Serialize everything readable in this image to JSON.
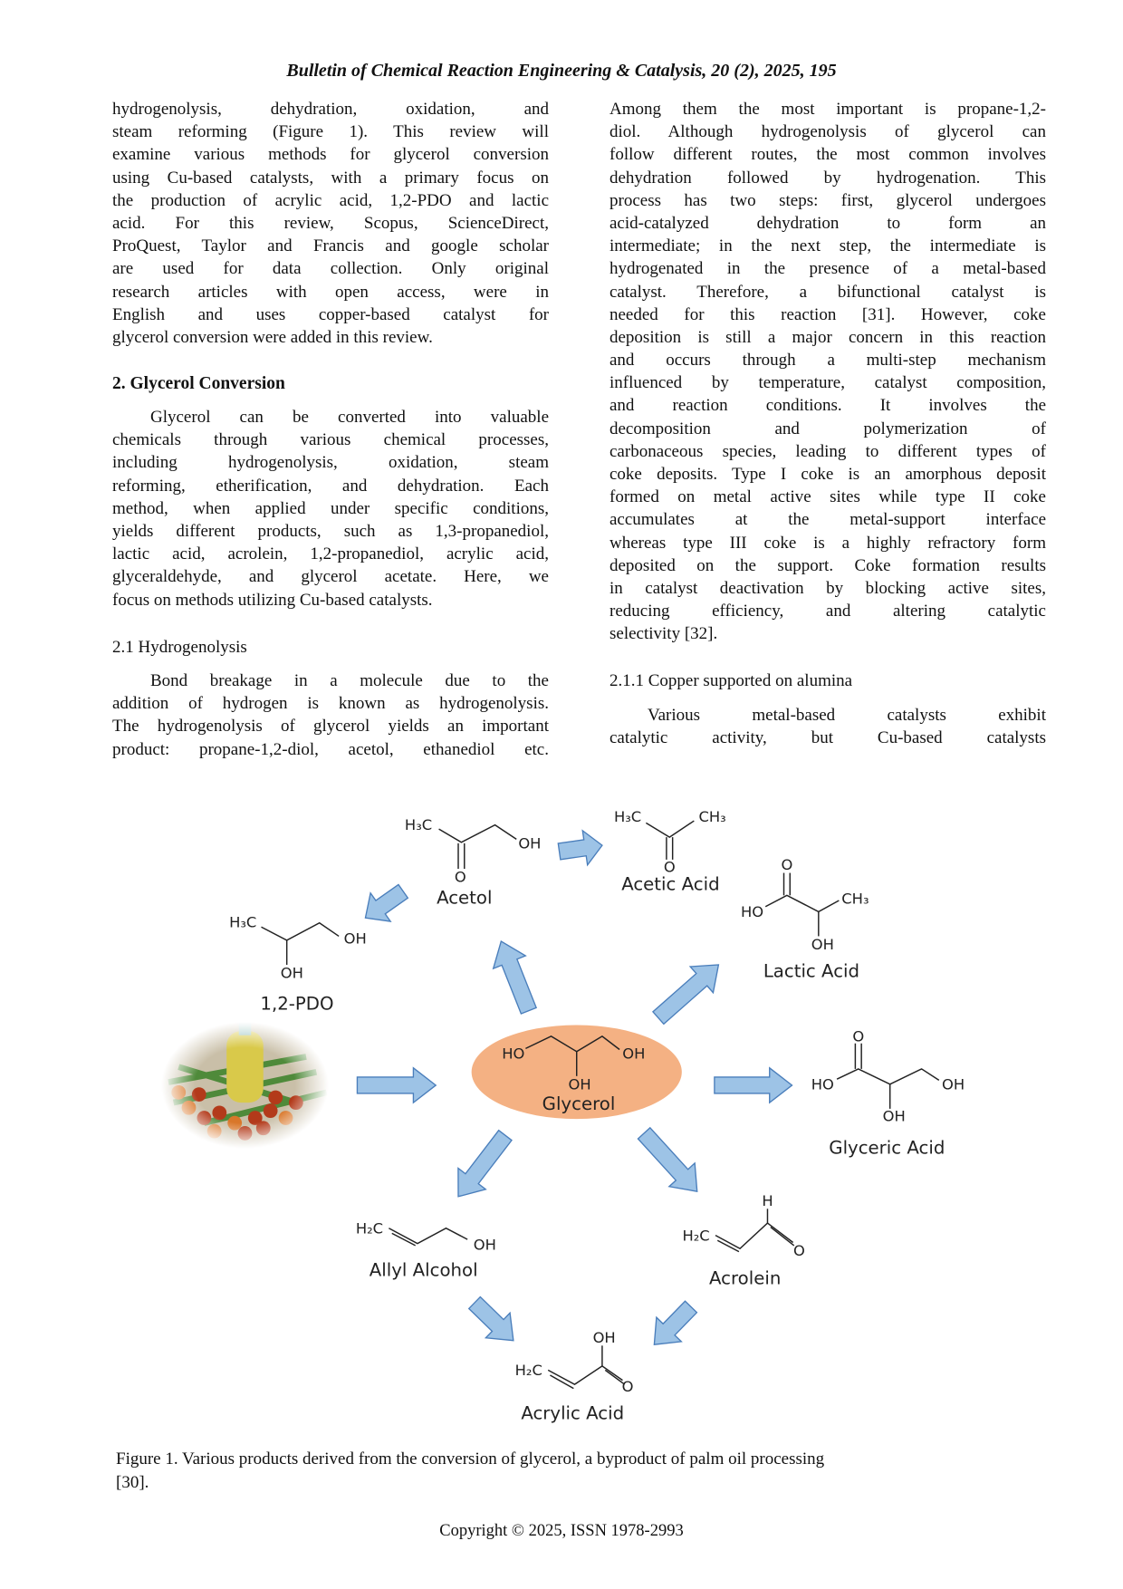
{
  "header": {
    "title": "Bulletin of Chemical Reaction Engineering & Catalysis, 20 (2), 2025, 195"
  },
  "left": {
    "para1": [
      "hydrogenolysis, dehydration, oxidation, and",
      "steam reforming (Figure 1). This review will",
      "examine various methods for glycerol conversion",
      "using Cu-based catalysts, with a primary focus on",
      "the production of acrylic acid, 1,2-PDO and lactic",
      "acid. For this review, Scopus, ScienceDirect,",
      "ProQuest, Taylor and Francis and google scholar",
      "are used for data collection.  Only original",
      "research articles with open access, were in",
      "English and uses copper-based catalyst for",
      "glycerol conversion were added in this review."
    ],
    "heading": "2. Glycerol Conversion",
    "para2": [
      "Glycerol can be converted into valuable",
      "chemicals through various chemical processes,",
      "including hydrogenolysis, oxidation, steam",
      "reforming, etherification, and dehydration. Each",
      "method, when applied under specific conditions,",
      "yields different products, such as 1,3-propanediol,",
      "lactic acid, acrolein, 1,2-propanediol, acrylic acid,",
      "glyceraldehyde, and glycerol acetate. Here, we",
      "focus on methods utilizing Cu-based catalysts."
    ],
    "subheading": "2.1  Hydrogenolysis",
    "para3": [
      "Bond breakage in a molecule due to the",
      "addition of hydrogen is known as hydrogenolysis.",
      "The hydrogenolysis of glycerol yields an important",
      "product: propane-1,2-diol, acetol, ethanediol etc."
    ]
  },
  "right": {
    "para1": [
      "Among them the most important is propane-1,2-",
      "diol. Although hydrogenolysis of glycerol can",
      "follow different routes, the most common involves",
      "dehydration followed by hydrogenation. This",
      "process has two steps: first, glycerol undergoes",
      "acid-catalyzed dehydration to form an",
      "intermediate; in the next step, the intermediate is",
      "hydrogenated in the presence of a metal-based",
      "catalyst. Therefore, a bifunctional catalyst is",
      "needed for this reaction [31]. However, coke",
      "deposition is still a major concern in this reaction",
      "and occurs through a multi-step mechanism",
      "influenced by temperature, catalyst composition,",
      "and reaction conditions. It involves the",
      "decomposition and polymerization of",
      "carbonaceous species, leading to different types of",
      "coke deposits. Type I coke is an amorphous deposit",
      "formed on metal active sites while type II coke",
      "accumulates at the metal-support interface",
      "whereas type III coke is a highly refractory form",
      "deposited on the support. Coke formation results",
      "in catalyst deactivation by blocking active sites,",
      "reducing efficiency, and altering catalytic",
      "selectivity [32]."
    ],
    "subheading": "2.1.1 Copper supported on alumina",
    "para2": [
      "Various metal-based catalysts exhibit",
      "catalytic activity, but Cu-based catalysts"
    ]
  },
  "figure": {
    "labels": {
      "acetol": "Acetol",
      "acetic_acid": "Acetic Acid",
      "pdo": "1,2-PDO",
      "lactic_acid": "Lactic Acid",
      "glycerol": "Glycerol",
      "glyceric_acid": "Glyceric Acid",
      "allyl_alcohol": "Allyl Alcohol",
      "acrolein": "Acrolein",
      "acrylic_acid": "Acrylic Acid"
    },
    "atoms": {
      "h3c": "H₃C",
      "ch3": "CH₃",
      "h2c": "H₂C",
      "oh": "OH",
      "ho": "HO",
      "o": "O",
      "h": "H"
    },
    "colors": {
      "glycerol_fill": "#F4B183",
      "arrow_fill": "#9DC3E6",
      "arrow_stroke": "#4A7EBB"
    },
    "image": "palm-oil-photo",
    "caption": [
      "Figure 1. Various products derived from the conversion of glycerol, a byproduct of palm oil processing",
      "[30]."
    ]
  },
  "footer": {
    "copyright": "Copyright © 2025, ISSN 1978-2993"
  }
}
